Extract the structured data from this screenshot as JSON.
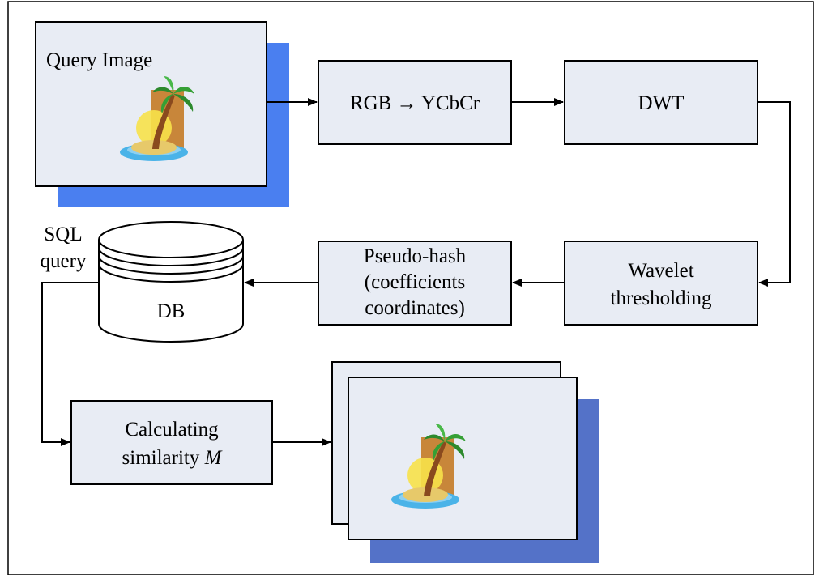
{
  "query_image": {
    "label": "Query Image"
  },
  "steps": {
    "rgb_to_ycbcr": "RGB → YCbCr",
    "dwt": "DWT",
    "wavelet_thresholding": [
      "Wavelet",
      "thresholding"
    ],
    "pseudo_hash": [
      "Pseudo-hash",
      "(coefficients",
      "coordinates)"
    ],
    "calculating_similarity": {
      "line1": "Calculating",
      "line2_prefix": "similarity ",
      "line2_var": "M"
    }
  },
  "database": {
    "label": "DB"
  },
  "sql_query": [
    "SQL",
    "query"
  ],
  "colors": {
    "box_fill": "#e8ecf4",
    "shadow_blue": "#4a7ff0",
    "shadow_stack": "#5472c8",
    "stroke": "#000000"
  },
  "icons": [
    "palm-island-icon"
  ]
}
